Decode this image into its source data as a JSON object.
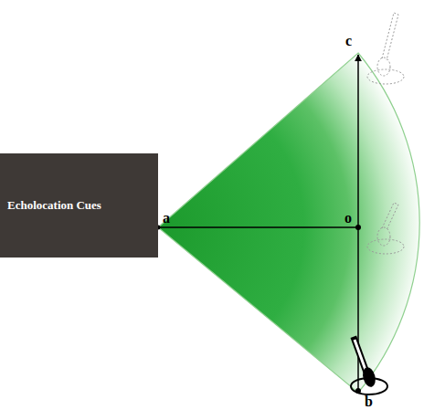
{
  "diagram": {
    "nodes": [
      {
        "text": [
          "Echolocation Cues"
        ]
      }
    ],
    "labels": [
      "c",
      "a",
      "o",
      "b"
    ]
  }
}
